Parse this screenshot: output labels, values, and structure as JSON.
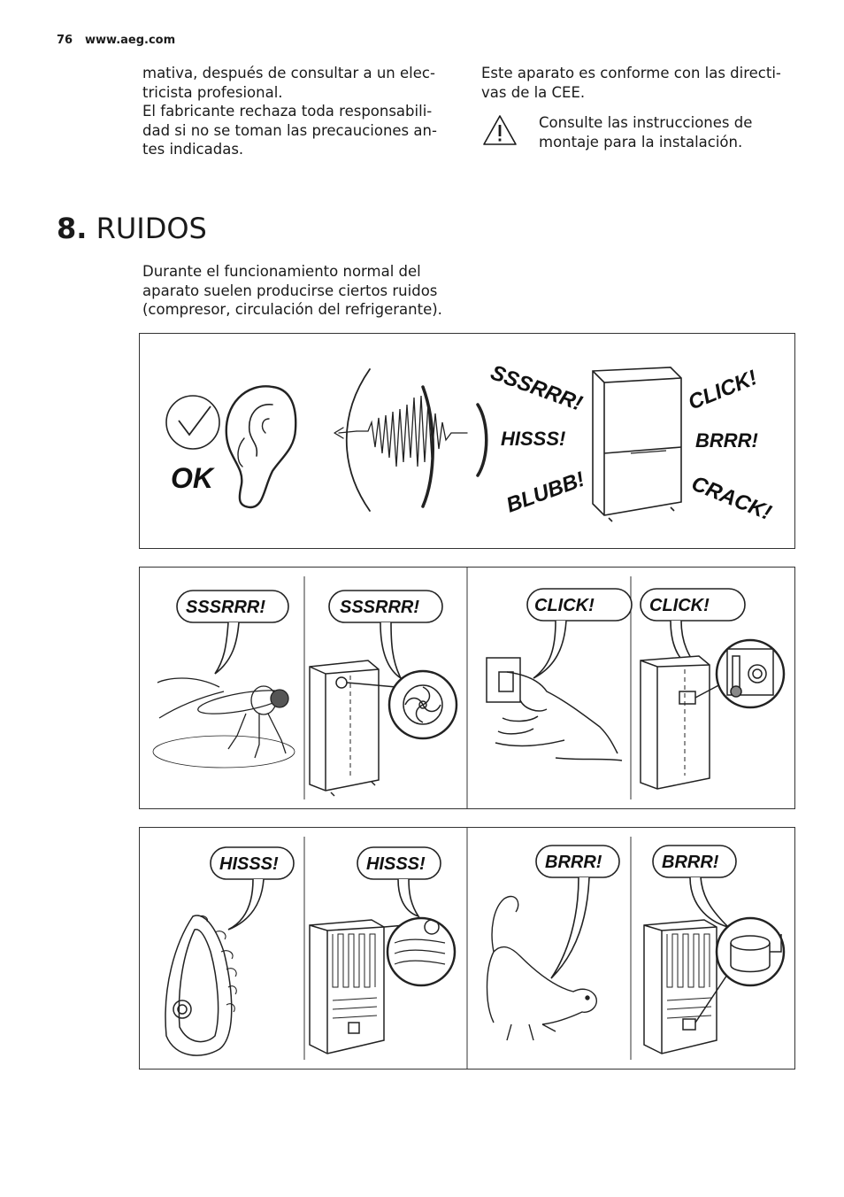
{
  "header": {
    "page_number": "76",
    "website": "www.aeg.com"
  },
  "left_column": {
    "lines": [
      "mativa, después de consultar a un elec-",
      "tricista profesional.",
      "El fabricante rechaza toda responsabili-",
      "dad si no se toman las precauciones an-",
      "tes indicadas."
    ]
  },
  "right_column": {
    "lines": [
      "Este aparato es conforme con las directi-",
      "vas de la CEE."
    ],
    "warning_lines": [
      "Consulte las instrucciones de",
      "montaje para la instalación."
    ],
    "warning_icon": "warning-triangle-icon"
  },
  "section": {
    "number": "8.",
    "title": "RUIDOS",
    "intro_lines": [
      "Durante el funcionamiento normal del",
      "aparato suelen producirse ciertos ruidos",
      "(compresor, circulación del refrigerante)."
    ]
  },
  "illustration_top": {
    "ok_label": "OK",
    "sounds": [
      "SSSRRR!",
      "HISSS!",
      "BLUBB!",
      "CLICK!",
      "BRRR!",
      "CRACK!"
    ]
  },
  "illustration_middle": {
    "bubbles": [
      "SSSRRR!",
      "SSSRRR!",
      "CLICK!",
      "CLICK!"
    ]
  },
  "illustration_bottom": {
    "bubbles": [
      "HISSS!",
      "HISSS!",
      "BRRR!",
      "BRRR!"
    ]
  }
}
